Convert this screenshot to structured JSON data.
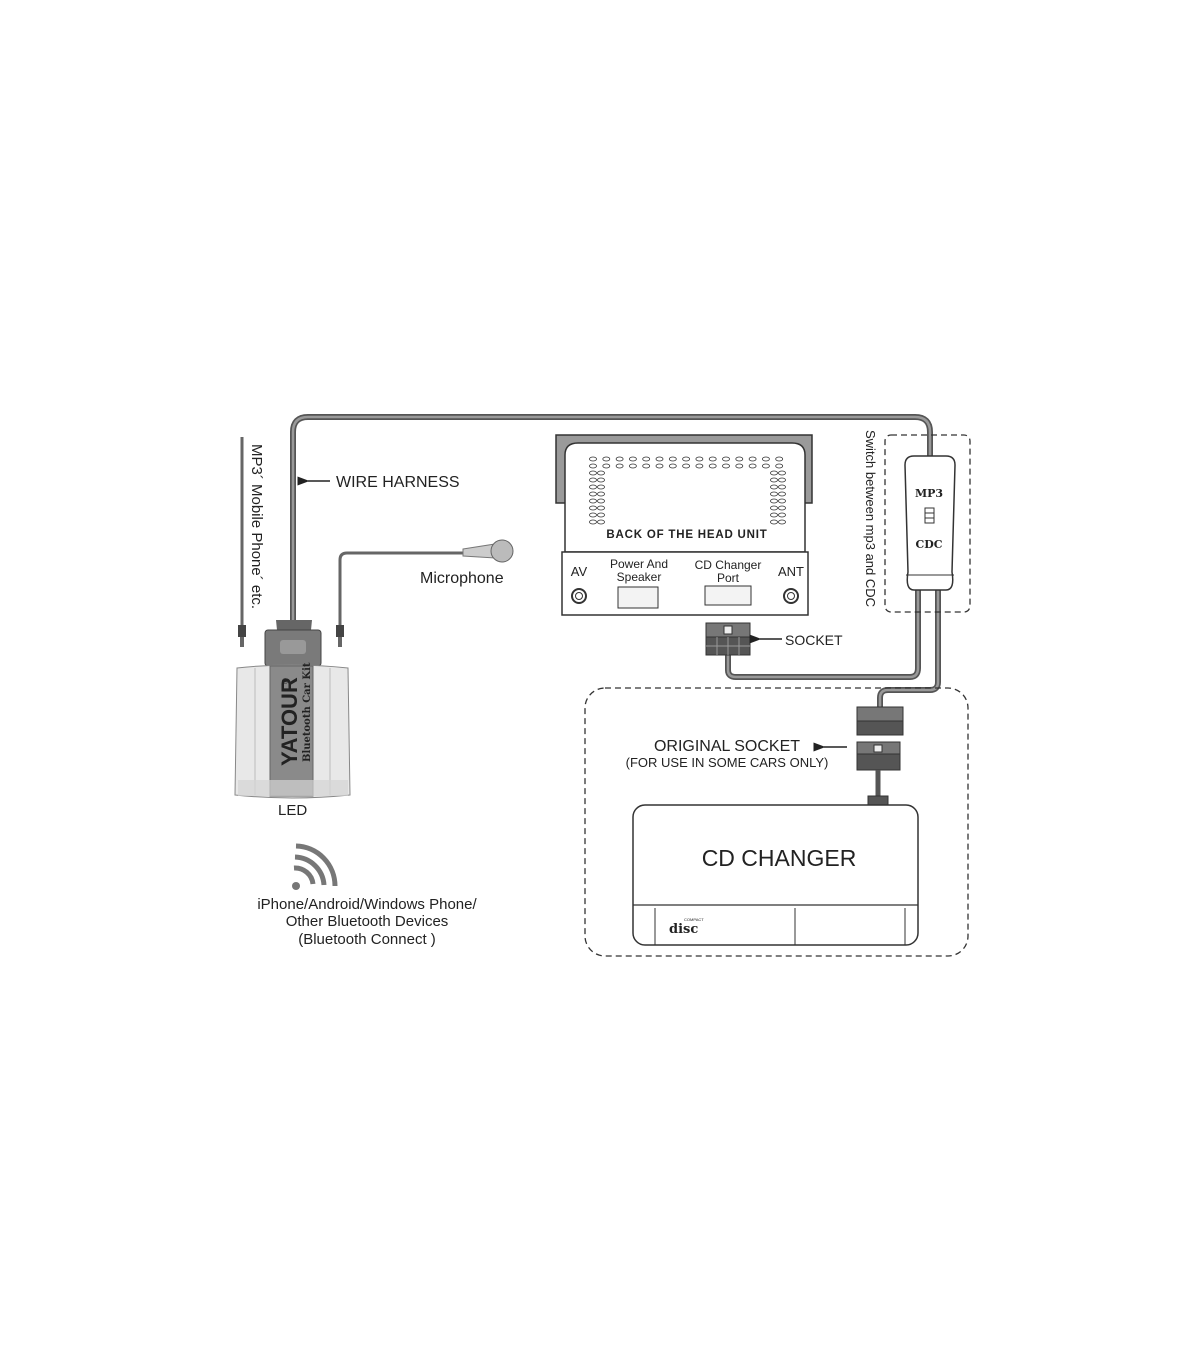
{
  "labels": {
    "wire_harness": "WIRE HARNESS",
    "microphone": "Microphone",
    "side_note": "MP3´ Mobile Phone´ etc.",
    "led": "LED",
    "brand": "YATOUR",
    "brand_reg": "®",
    "product": "Bluetooth Car Kit",
    "devices_line1": "iPhone/Android/Windows Phone/",
    "devices_line2": "Other Bluetooth Devices",
    "devices_line3": "(Bluetooth Connect )",
    "head_unit": "BACK OF THE HEAD UNIT",
    "av": "AV",
    "power_line1": "Power And",
    "power_line2": "Speaker",
    "cdc_port_line1": "CD Changer",
    "cdc_port_line2": "Port",
    "ant": "ANT",
    "socket": "SOCKET",
    "switch_note": "Switch between mp3 and CDC",
    "switch_mp3": "MP3",
    "switch_cdc": "CDC",
    "original_socket": "ORIGINAL SOCKET",
    "original_socket_note": "(FOR USE IN SOME CARS ONLY)",
    "cd_changer": "CD CHANGER",
    "disc_logo": "disc",
    "disc_logo_small": "COMPACT"
  },
  "colors": {
    "cable": "#6f6f6f",
    "device_body": "#e6e6e6",
    "label_gray": "#8a8a8a",
    "line": "#333333"
  }
}
